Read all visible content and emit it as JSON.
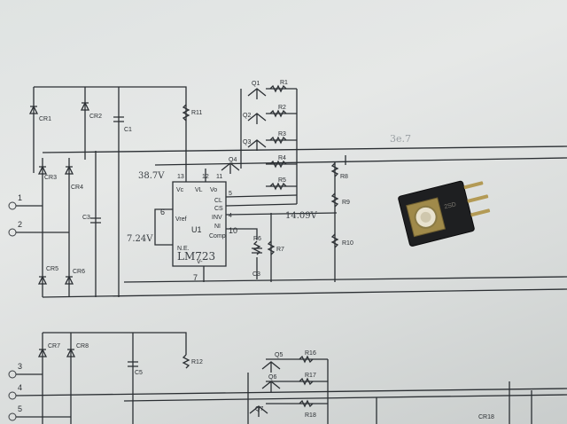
{
  "terminals": [
    "1",
    "2",
    "3",
    "4",
    "5"
  ],
  "diodes": [
    "CR1",
    "CR2",
    "CR3",
    "CR4",
    "CR5",
    "CR6",
    "CR7",
    "CR8",
    "CR18"
  ],
  "capacitors": [
    "C1",
    "C3",
    "C5"
  ],
  "resistors": [
    "R1",
    "R2",
    "R3",
    "R4",
    "R5",
    "R6",
    "R7",
    "R8",
    "R9",
    "R10",
    "R11",
    "R12",
    "R16",
    "R17",
    "R18"
  ],
  "transistors": [
    "Q1",
    "Q2",
    "Q3",
    "Q4",
    "Q5",
    "Q6",
    "Q7"
  ],
  "ic": {
    "ref": "U1",
    "part": "LM723",
    "prefix": "N.E.",
    "pins": [
      "13",
      "12",
      "11",
      "5",
      "4",
      "10",
      "6",
      "7"
    ],
    "pin_labels": [
      "Vc",
      "VL",
      "Vo",
      "Vref",
      "CL",
      "CS",
      "INV",
      "NI",
      "V-",
      "Comp"
    ]
  },
  "handwritten_notes": [
    "38.7V",
    "7.24V",
    "14.09V"
  ],
  "pencil_note": "3e.7",
  "component_photo": {
    "marking": "2SD"
  }
}
